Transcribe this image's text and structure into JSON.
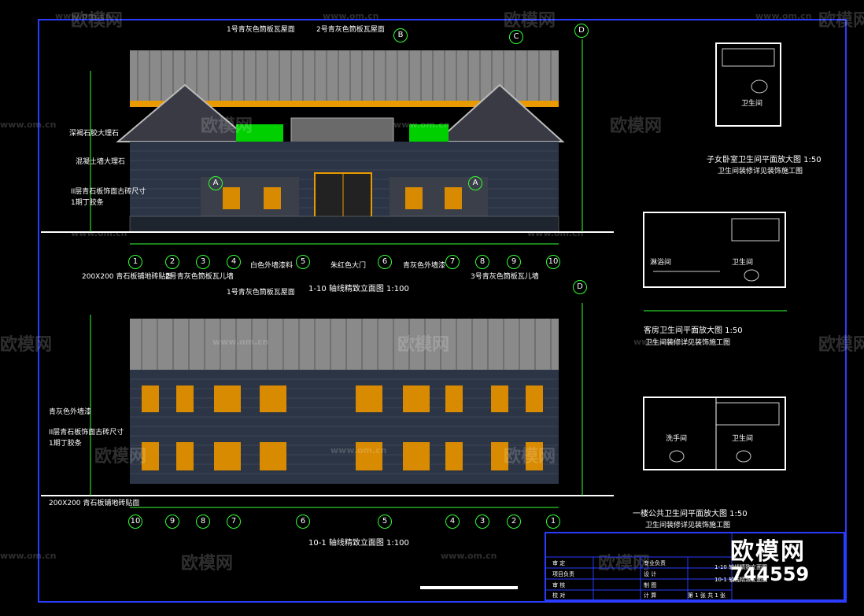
{
  "watermark": {
    "brand": "欧模网",
    "site": "www.om.cn"
  },
  "elev1": {
    "title": "1-10 轴线精致立面图 1:100",
    "roof_labels": [
      "1号青灰色筒板瓦屋面",
      "2号青灰色筒板瓦屋面"
    ],
    "left_labels": [
      "深褐石胶大理石",
      "混凝土墙大理石",
      "II层青石板饰面古砖尺寸",
      "1期丁胶条"
    ],
    "bottom_labels": [
      "200X200 青石板铺地砖贴面",
      "2号青灰色筒板瓦儿墙",
      "白色外墙漆料",
      "朱红色大门",
      "青灰色外墙漆",
      "3号青灰色筒板瓦儿墙"
    ],
    "axes": [
      "1",
      "2",
      "3",
      "4",
      "5",
      "6",
      "7",
      "8",
      "9",
      "10"
    ],
    "callouts": [
      "D",
      "C",
      "B",
      "A",
      "A"
    ]
  },
  "elev2": {
    "title": "10-1 轴线精致立面图 1:100",
    "roof_label": "1号青灰色筒板瓦屋面",
    "left_labels": [
      "青灰色外墙漆",
      "II层青石板饰面古砖尺寸",
      "1期丁胶条"
    ],
    "bottom_label": "200X200 青石板铺地砖贴面",
    "axes": [
      "10",
      "9",
      "8",
      "7",
      "6",
      "5",
      "4",
      "3",
      "2",
      "1"
    ],
    "callouts": [
      "D"
    ]
  },
  "details": {
    "bath1_title": "子女卧室卫生间平面放大图 1:50",
    "bath1_room": "卫生间",
    "bath2_title": "客房卫生间平面放大图 1:50",
    "bath2_subtitle": "卫生间装修详见装饰施工图",
    "bath2_room": "卫生间",
    "bath2_room2": "淋浴间",
    "bath3_title": "一楼公共卫生间平面放大图 1:50",
    "bath3_room": "卫生间",
    "bath3_room2": "洗手间",
    "note": "卫生间装修详见装饰施工图"
  },
  "titleblock": {
    "rows": [
      "审 定",
      "项目负责",
      "审 核",
      "校 对"
    ],
    "rows2": [
      "专业负责",
      "设 计",
      "制 图",
      "计 算"
    ],
    "drawing_names": [
      "1-10 轴线精致立面图",
      "10-1 轴线精致立面图"
    ],
    "sheet": "第 1 张 共 1 张"
  },
  "brand_overlay": {
    "name": "欧模网",
    "id": "744559"
  },
  "colors": {
    "frame": "#2a3cff",
    "roof": "#9a9a9a",
    "eave": "#f0a000",
    "wall": "#2f3a4a",
    "green": "#00e000",
    "window": "#e8a000",
    "dim": "#33ff33"
  }
}
